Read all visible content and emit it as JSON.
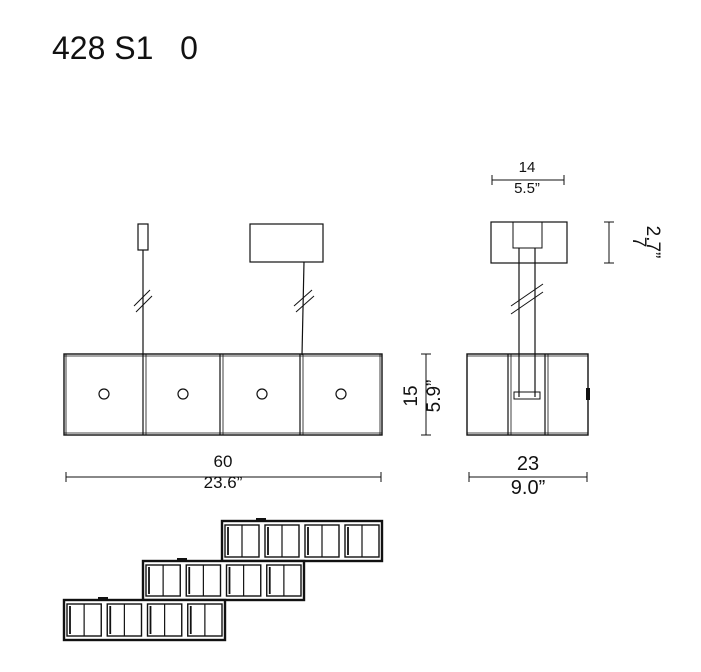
{
  "title": "428 S1   0",
  "dimensions": {
    "width_cm": "60",
    "width_in": "23.6”",
    "height_cm": "15",
    "height_in": "5.9”",
    "depth_cm": "23",
    "depth_in": "9.0”",
    "canopy_width_cm": "14",
    "canopy_width_in": "5.5”",
    "canopy_height_cm": "7",
    "canopy_height_in": "2.7”"
  },
  "colors": {
    "line": "#111111"
  }
}
